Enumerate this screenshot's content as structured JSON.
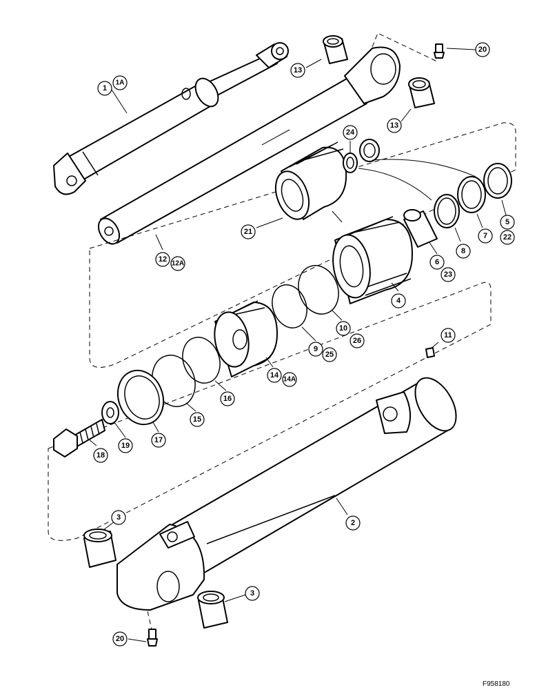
{
  "figure_id": "F958180",
  "callouts": {
    "c1": "1",
    "c1a": "1A",
    "c2": "2",
    "c3a": "3",
    "c3b": "3",
    "c4": "4",
    "c5": "5",
    "c22": "22",
    "c6": "6",
    "c23": "23",
    "c7": "7",
    "c8": "8",
    "c9": "9",
    "c25": "25",
    "c10": "10",
    "c26": "26",
    "c11": "11",
    "c12": "12",
    "c12a": "12A",
    "c13a": "13",
    "c13b": "13",
    "c14": "14",
    "c14a": "14A",
    "c15": "15",
    "c16": "16",
    "c17": "17",
    "c18": "18",
    "c19": "19",
    "c20a": "20",
    "c20b": "20",
    "c21": "21",
    "c24": "24"
  }
}
